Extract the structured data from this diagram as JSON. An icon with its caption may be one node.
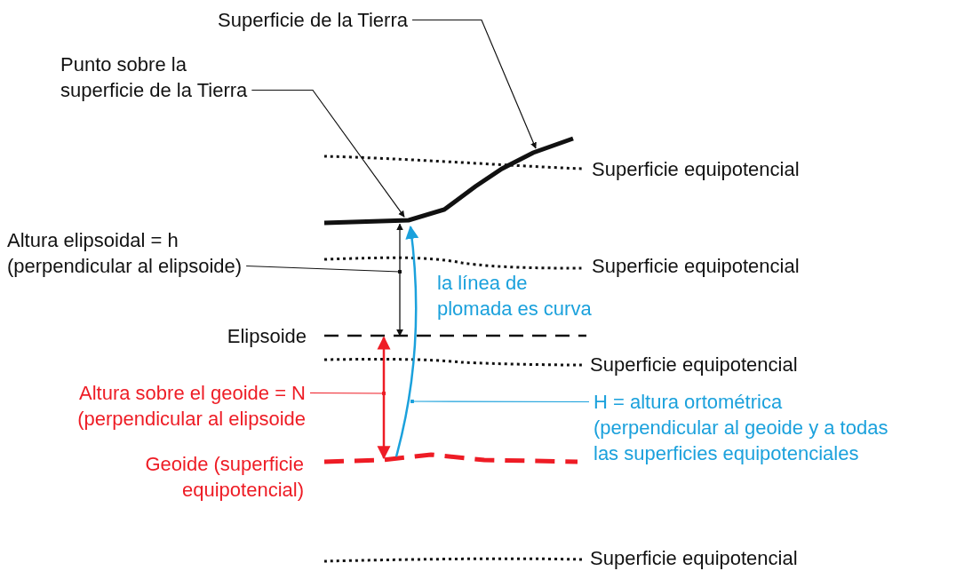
{
  "diagram": {
    "nodes": [
      {
        "text": [
          "Superficie de la Tierra"
        ]
      },
      {
        "text": [
          "Punto sobre la superficie de la Tierra"
        ]
      },
      {
        "text": [],
        "shape": "line"
      },
      {
        "text": [],
        "shape": "line",
        "beside": [
          "Elipsoide"
        ]
      },
      {
        "text": [],
        "shape": "line",
        "beside": [
          "Geoide (superficie equipotencial)"
        ]
      },
      {
        "text": [
          "Altura elipsoidal = h (perpendicular al elipsoide)"
        ]
      },
      {
        "text": [
          "Altura sobre el geoide = N (perpendicular al elipsoide"
        ]
      },
      {
        "text": [
          "H = altura ortométrica (perpendicular al geoide y a todas las superficies equipotenciales"
        ]
      }
    ],
    "edges": [
      {
        "from": 0,
        "to": 2,
        "arrow": "to"
      },
      {
        "from": 1,
        "to": 2,
        "arrow": "to"
      },
      {
        "from": 3,
        "to": 2,
        "arrow": "both"
      },
      {
        "from": 4,
        "to": 3,
        "arrow": "both",
        "color": "#ee1c25"
      },
      {
        "from": 4,
        "to": 2,
        "arrow": "to",
        "color": "#1ba1dc"
      },
      {
        "from": 5,
        "to": null,
        "arrow": "other"
      },
      {
        "from": 6,
        "to": null,
        "arrow": "other",
        "color": "#ee1c25"
      },
      {
        "from": 7,
        "to": null,
        "arrow": "other",
        "color": "#1ba1dc"
      }
    ],
    "labels": [
      "Superficie equipotencial",
      "Superficie equipotencial",
      "la línea de plomada es curva",
      "Superficie equipotencial",
      "Superficie equipotencial"
    ]
  }
}
